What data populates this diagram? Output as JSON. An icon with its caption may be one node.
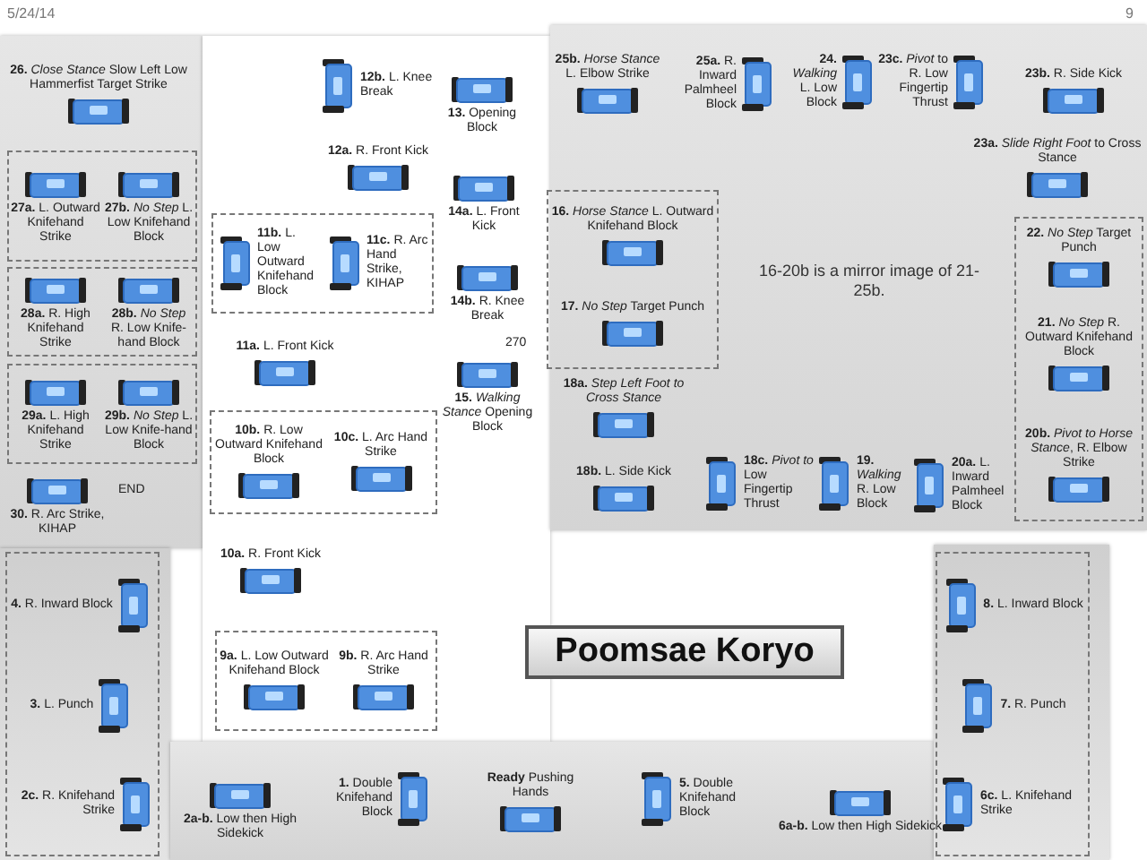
{
  "diagram": {
    "nodes": [
      {
        "text": [
          "Poomsae Koryo"
        ]
      },
      {
        "text": [
          "**26.** *Close Stance* Slow Left Low Hammerfist Target Strike"
        ]
      },
      {
        "text": [],
        "shape": "box"
      },
      {
        "text": [
          "**27a.** L. Outward Knifehand Strike"
        ],
        "in": 2
      },
      {
        "text": [
          "**27b.** *No Step* L. Low Knifehand Block"
        ],
        "in": 2
      },
      {
        "text": [],
        "shape": "box"
      },
      {
        "text": [
          "**28a.** R. High Knifehand Strike"
        ],
        "in": 5
      },
      {
        "text": [
          "**28b.** *No Step* R. Low Knife-hand Block"
        ],
        "in": 5
      },
      {
        "text": [],
        "shape": "box"
      },
      {
        "text": [
          "**29a.** L. High Knifehand Strike"
        ],
        "in": 8
      },
      {
        "text": [
          "**29b.** *No Step* L. Low Knife-hand Block"
        ],
        "in": 8
      },
      {
        "text": [
          "**30.** R. Arc Strike, KIHAP"
        ],
        "beside": [
          "END"
        ]
      },
      {
        "text": [
          "**12b.** L. Knee Break"
        ]
      },
      {
        "text": [
          "**13.** Opening Block"
        ]
      },
      {
        "text": [
          "**12a.** R. Front Kick"
        ]
      },
      {
        "text": [
          "**14a.** L. Front Kick"
        ]
      },
      {
        "text": [],
        "shape": "box"
      },
      {
        "text": [
          "**11b.** L. Low Outward Knifehand Block"
        ],
        "in": 16
      },
      {
        "text": [
          "**11c.** R. Arc Hand Strike, KIHAP"
        ],
        "in": 16
      },
      {
        "text": [
          "**14b.** R. Knee Break"
        ]
      },
      {
        "text": [
          "**11a.** L. Front Kick"
        ]
      },
      {
        "text": [
          "**15.** *Walking Stance* Opening Block"
        ],
        "beside": [
          "270"
        ]
      },
      {
        "text": [],
        "shape": "box"
      },
      {
        "text": [
          "**10b.** R. Low Outward Knifehand Block"
        ],
        "in": 22
      },
      {
        "text": [
          "**10c.** L. Arc Hand Strike"
        ],
        "in": 22
      },
      {
        "text": [
          "**10a.** R. Front Kick"
        ]
      },
      {
        "text": [],
        "shape": "box"
      },
      {
        "text": [
          "**9a.** L. Low Outward Knifehand Block"
        ],
        "in": 26
      },
      {
        "text": [
          "**9b.** R. Arc Hand Strike"
        ],
        "in": 26
      },
      {
        "text": [
          "**25b.** *Horse Stance* L. Elbow Strike"
        ]
      },
      {
        "text": [
          "**25a.** R. Inward Palmheel Block"
        ]
      },
      {
        "text": [
          "**24.** *Walking* L. Low Block"
        ]
      },
      {
        "text": [
          "**23c.** *Pivot* to R. Low Fingertip Thrust"
        ]
      },
      {
        "text": [
          "**23b.** R. Side Kick"
        ]
      },
      {
        "text": [
          "**23a.** *Slide Right Foot* to Cross Stance"
        ]
      },
      {
        "text": [],
        "shape": "box"
      },
      {
        "text": [
          "**16.** *Horse Stance* L. Outward Knifehand Block"
        ],
        "in": 35
      },
      {
        "text": [
          "**17.** *No Step* Target Punch"
        ],
        "in": 35
      },
      {
        "text": [],
        "shape": "box"
      },
      {
        "text": [
          "**22.** *No Step* Target Punch"
        ],
        "in": 38
      },
      {
        "text": [
          "**21.** *No Step* R. Outward Knifehand Block"
        ],
        "in": 38
      },
      {
        "text": [
          "**20b.** *Pivot to Horse Stance*, R. Elbow Strike"
        ],
        "in": 38
      },
      {
        "text": [
          "**18a.** *Step Left Foot to Cross Stance*"
        ]
      },
      {
        "text": [
          "**18b.** L. Side Kick"
        ]
      },
      {
        "text": [
          "**18c.** *Pivot to* Low Fingertip Thrust"
        ]
      },
      {
        "text": [
          "**19.** *Walking* R. Low Block"
        ]
      },
      {
        "text": [
          "**20a.** L. Inward Palmheel Block"
        ]
      },
      {
        "text": [],
        "shape": "box"
      },
      {
        "text": [
          "**4.** R. Inward Block"
        ],
        "in": 47
      },
      {
        "text": [
          "**3.** L. Punch"
        ],
        "in": 47
      },
      {
        "text": [
          "**2c.** R. Knifehand Strike"
        ],
        "in": 47
      },
      {
        "text": [
          "**2a-b.** Low then High Sidekick"
        ]
      },
      {
        "text": [
          "**1.** Double Knifehand Block"
        ]
      },
      {
        "text": [
          "**Ready** Pushing Hands"
        ]
      },
      {
        "text": [
          "**5.** Double Knifehand Block"
        ]
      },
      {
        "text": [
          "**6a-b.** Low then High Sidekick"
        ]
      },
      {
        "text": [],
        "shape": "box"
      },
      {
        "text": [
          "**8.** L. Inward Block"
        ],
        "in": 56
      },
      {
        "text": [
          "**7.** R. Punch"
        ],
        "in": 56
      },
      {
        "text": [
          "**6c.** L. Knifehand Strike"
        ],
        "in": 56
      }
    ],
    "labels": [
      "5/24/14",
      "9",
      "16-20b is a mirror image of 21-25b."
    ]
  }
}
